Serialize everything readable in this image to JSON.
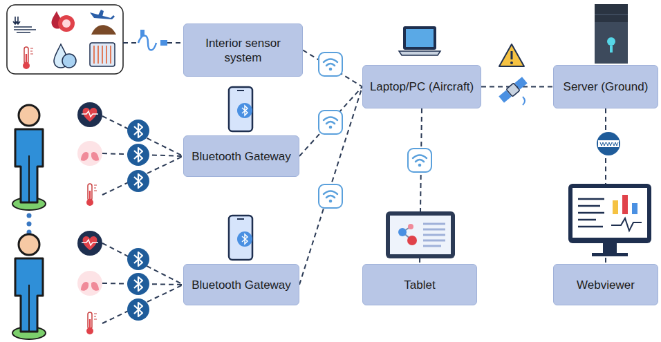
{
  "diagram": {
    "nodes": [
      {
        "text": [
          "Interior sensor system"
        ]
      },
      {
        "text": [
          "Bluetooth Gateway"
        ]
      },
      {
        "text": [
          "Bluetooth Gateway"
        ]
      },
      {
        "text": [
          "Laptop/PC (Aircraft)"
        ]
      },
      {
        "text": [
          "Server (Ground)"
        ]
      },
      {
        "text": [
          "Tablet"
        ]
      },
      {
        "text": [
          "Webviewer"
        ]
      }
    ],
    "edges": [
      {
        "from": 0,
        "to": 3,
        "arrow": "none"
      },
      {
        "from": 1,
        "to": 3,
        "arrow": "none"
      },
      {
        "from": 2,
        "to": 3,
        "arrow": "none"
      },
      {
        "from": 3,
        "to": 5,
        "arrow": "none"
      },
      {
        "from": 3,
        "to": 4,
        "arrow": "none"
      },
      {
        "from": 4,
        "to": 6,
        "arrow": "none"
      }
    ]
  }
}
